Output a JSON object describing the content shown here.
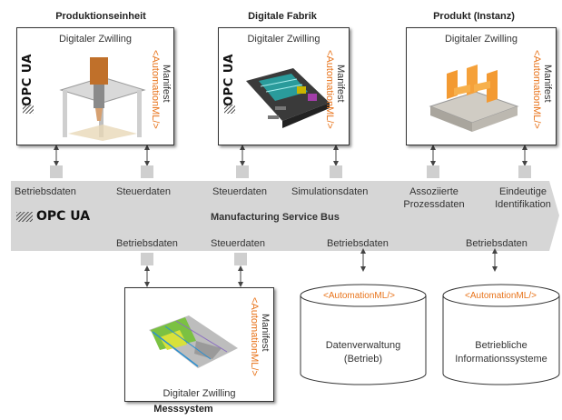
{
  "units": {
    "produktion": {
      "title": "Produktionseinheit",
      "twin": "Digitaler Zwilling",
      "manifest": "Manifest",
      "aml": "<AutomationML/>",
      "opc": "OPC UA"
    },
    "fabrik": {
      "title": "Digitale Fabrik",
      "twin": "Digitaler Zwilling",
      "manifest": "Manifest",
      "aml": "<AutomationML/>",
      "opc": "OPC UA"
    },
    "produkt": {
      "title": "Produkt (Instanz)",
      "twin": "Digitaler Zwilling",
      "manifest": "Manifest",
      "aml": "<AutomationML/>"
    },
    "mess": {
      "title": "Messsystem",
      "twin": "Digitaler Zwilling",
      "manifest": "Manifest",
      "aml": "<AutomationML/>"
    }
  },
  "bus": {
    "title": "Manufacturing Service Bus",
    "opc": "OPC UA",
    "top_labels": [
      "Betriebsdaten",
      "Steuerdaten",
      "Steuerdaten",
      "Simulationsdaten",
      "Assoziierte",
      "Prozessdaten",
      "Eindeutige",
      "Identifikation"
    ],
    "bottom_labels": [
      "Betriebsdaten",
      "Steuerdaten",
      "Betriebsdaten",
      "Betriebsdaten"
    ]
  },
  "databases": {
    "datenverwaltung": {
      "aml": "<AutomationML/>",
      "line1": "Datenverwaltung",
      "line2": "(Betrieb)"
    },
    "informationssysteme": {
      "aml": "<AutomationML/>",
      "line1": "Betriebliche",
      "line2": "Informationssysteme"
    }
  },
  "colors": {
    "accent": "#e8731a",
    "bus": "#d6d6d6",
    "connector": "#cfcfcf",
    "border": "#333333"
  }
}
